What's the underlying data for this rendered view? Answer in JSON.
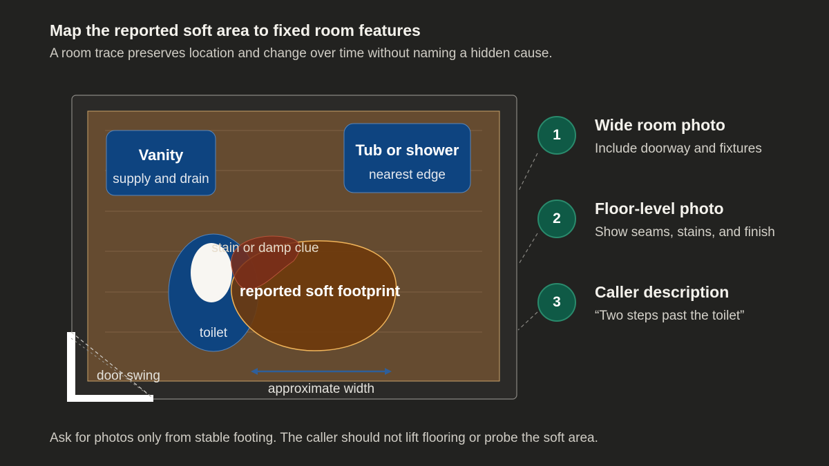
{
  "header": {
    "title": "Map the reported soft area to fixed room features",
    "subtitle": "A room trace preserves location and change over time without naming a hidden cause."
  },
  "room": {
    "vanity": {
      "label": "Vanity",
      "sublabel": "supply and drain"
    },
    "tub": {
      "label": "Tub or shower",
      "sublabel": "nearest edge"
    },
    "toilet_label": "toilet",
    "stain_label": "stain or damp clue",
    "soft_footprint_label": "reported soft footprint",
    "width_label": "approximate width",
    "door_label": "door swing"
  },
  "steps": [
    {
      "number": "1",
      "title": "Wide room photo",
      "description": "Include doorway and fixtures"
    },
    {
      "number": "2",
      "title": "Floor-level photo",
      "description": "Show seams, stains, and finish"
    },
    {
      "number": "3",
      "title": "Caller description",
      "description": "“Two steps past the toilet”"
    }
  ],
  "footer": {
    "note": "Ask for photos only from stable footing. The caller should not lift flooring or probe the soft area."
  },
  "colors": {
    "background": "#222220",
    "floor": "#654b30",
    "fixture_blue": "#0e4480",
    "soft_area": "#6e3a0c",
    "soft_outline": "#f0b45a",
    "stain": "#7a2e1a",
    "step_badge": "#0f5a46",
    "width_arrow": "#2f5f9a"
  }
}
